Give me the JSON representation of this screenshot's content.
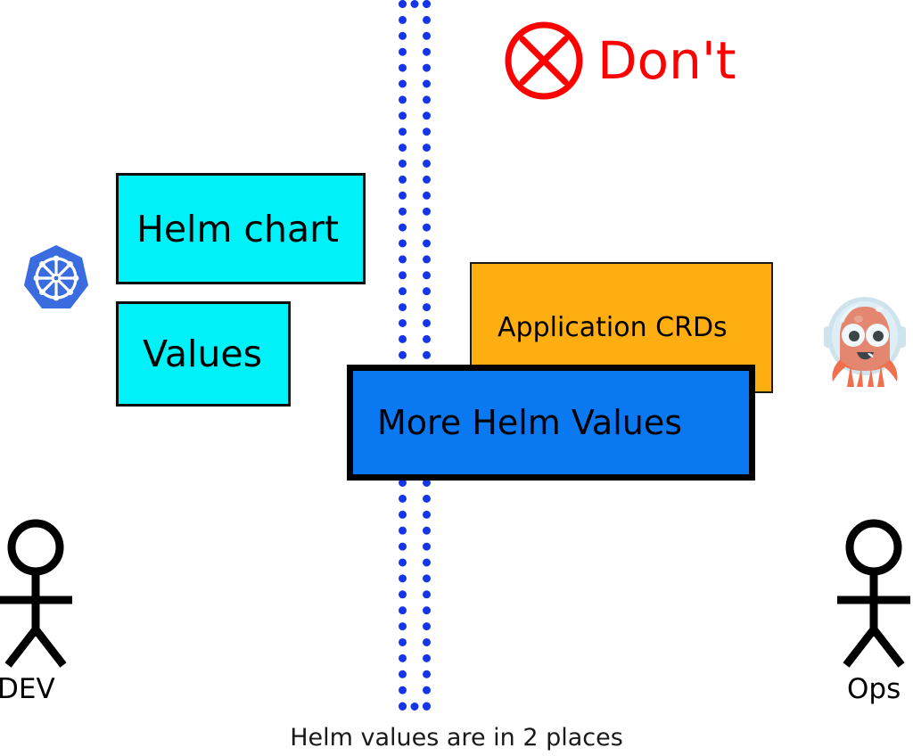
{
  "diagram": {
    "caption": "Helm values are in 2 places",
    "warning": {
      "label": "Don't",
      "icon": "circle-x-icon",
      "color": "#fd0000"
    },
    "boundary": {
      "name": "dotted-separator",
      "style": "dotted",
      "color": "#1536e8"
    },
    "boxes": [
      {
        "id": "helm-chart",
        "label": "Helm chart",
        "fill": "#00f2f8",
        "stroke": "#0d0d0d"
      },
      {
        "id": "values",
        "label": "Values",
        "fill": "#00f2f8",
        "stroke": "#0d0d0d"
      },
      {
        "id": "application-crds",
        "label": "Application CRDs",
        "fill": "#feae11",
        "stroke": "#1a1a1a"
      },
      {
        "id": "more-helm-values",
        "label": "More Helm Values",
        "fill": "#0a78f0",
        "stroke": "#000000"
      }
    ],
    "actors": [
      {
        "id": "dev",
        "label": "DEV",
        "logo": "kubernetes-logo",
        "logo_color": "#3a6ce0"
      },
      {
        "id": "ops",
        "label": "Ops",
        "logo": "octopus-deploy-logo",
        "logo_color": "#ef6f4e"
      }
    ]
  }
}
